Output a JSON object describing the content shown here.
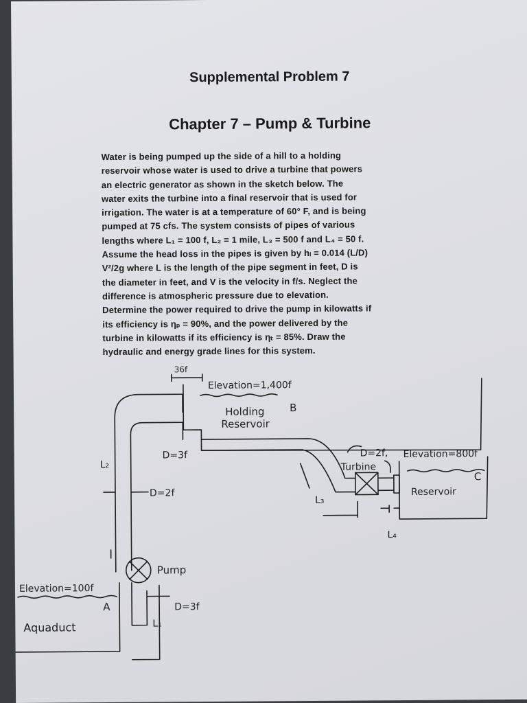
{
  "heading": "Supplemental Problem 7",
  "chapter_title": "Chapter 7 – Pump & Turbine",
  "problem_lines": [
    "Water is being pumped up the side of a hill to a holding",
    "reservoir whose water is used to drive a turbine that powers",
    "an electric generator as shown in the sketch below.  The",
    "water exits the turbine into a final reservoir that is used for",
    "irrigation.  The water is at a temperature of 60° F, and is being",
    "pumped at 75 cfs.  The system consists of pipes of various",
    "lengths where L₁ = 100 f, L₂ = 1 mile, L₃ = 500 f and L₄ = 50 f.",
    "Assume the head loss in the pipes is given by hₗ = 0.014 (L/D)",
    "V²/2g where L is the length of the pipe segment in feet, D is",
    "the diameter in feet, and V is the velocity in f/s.  Neglect the",
    "difference is atmospheric pressure due to elevation.",
    "Determine the power required to drive the pump in kilowatts if",
    "its efficiency is ηₚ = 90%, and the power delivered by the",
    "turbine in kilowatts if its efficiency is ηₜ = 85%.  Draw the",
    "hydraulic and energy grade lines for this system."
  ],
  "sketch": {
    "dim_36f": "36f",
    "elev_b": "Elevation=1,400f",
    "label_b": "B",
    "holding_1": "Holding",
    "holding_2": "Reservoir",
    "d3_top": "D=3f",
    "l2": "L₂",
    "d2_left": "D=2f",
    "d2_right": "D=2f,",
    "turbine": "Turbine",
    "elev_c": "Elevation=800f",
    "label_c": "C",
    "reservoir": "Reservoir",
    "l3": "L₃",
    "l4": "L₄",
    "pump": "Pump",
    "elev_a": "Elevation=100f",
    "label_a": "A",
    "aqueduct": "Aquaduct",
    "d3_bottom": "D=3f",
    "l1": "L₁"
  }
}
